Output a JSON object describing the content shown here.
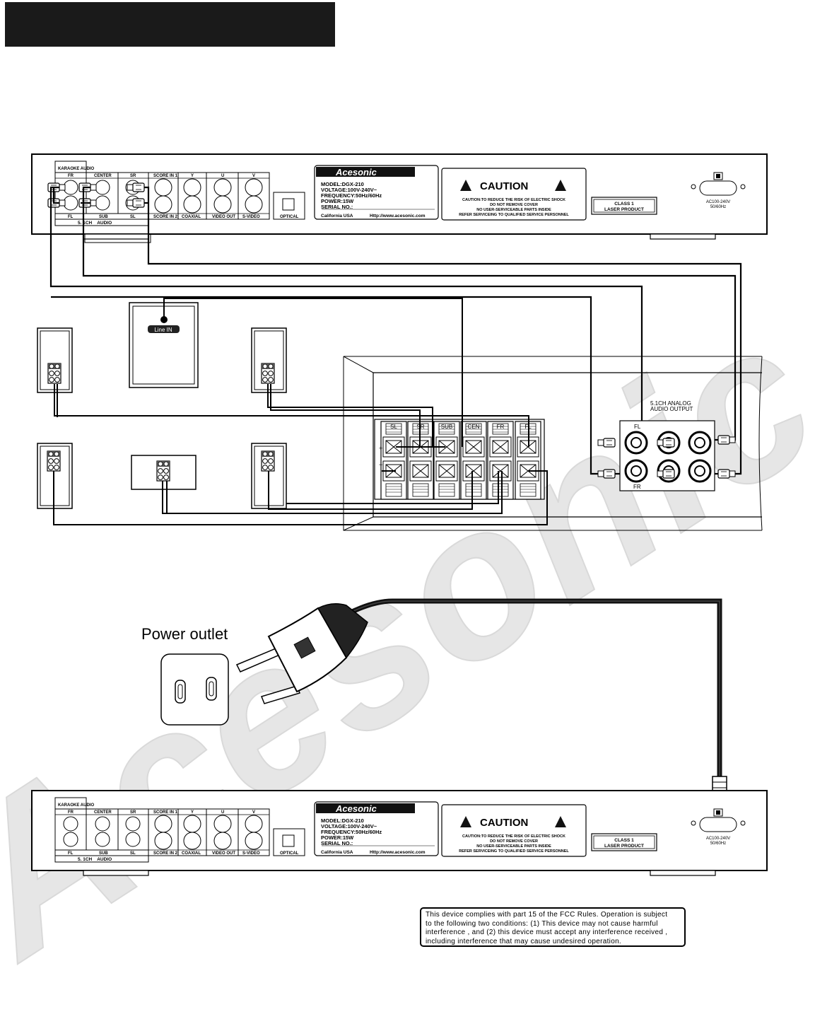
{
  "watermark": "Acesonic",
  "player_panel": {
    "karaoke_label": "KARAOKE AUDIO",
    "jack_labels_top": [
      "FR",
      "CENTER",
      "SR",
      "SCORE IN 1",
      "Y",
      "U",
      "V"
    ],
    "jack_labels_bottom": [
      "FL",
      "SUB",
      "SL",
      "SCORE IN 2",
      "COAXIAL",
      "VIDEO OUT",
      "S-VIDEO",
      "OPTICAL"
    ],
    "group_label": "5. 1CH    AUDIO",
    "brand": "Acesonic",
    "spec_lines": [
      "MODEL:DGX-210",
      "VOLTAGE:100V-240V~",
      "FREQUENCY:50Hz/60Hz",
      "POWER:15W",
      "SERIAL NO.:"
    ],
    "origin": "California USA",
    "website": "Http://www.acesonic.com",
    "caution_title": "CAUTION",
    "caution_lines": [
      "CAUTION:TO REDUCE THE RISK OF ELECTRIC SHOCK",
      "DO NOT REMOVE COVER",
      "NO USER-SERVICEABLE PARTS INSIDE",
      "REFER SERVICEING TO QUALIFIED SERVICE PERSONNEL"
    ],
    "laser_lines": [
      "CLASS 1",
      "LASER PRODUCT"
    ],
    "ac_lines": [
      "AC100-240V",
      "50/60Hz"
    ]
  },
  "subwoofer_input": "Line IN",
  "amplifier": {
    "terminals": [
      "SL",
      "SR",
      "SUB",
      "CEN",
      "FR",
      "FL"
    ],
    "output_title": "5.1CH ANALOG",
    "output_subtitle": "AUDIO OUTPUT",
    "out_fl": "FL",
    "out_fr": "FR"
  },
  "power_outlet_label": "Power outlet",
  "fcc_notice": [
    "This device complies with part 15 of the FCC Rules.  Operation is subject",
    "to the following two conditions: (1) This device may not cause harmful",
    "interference , and (2) this device must accept any interference received ,",
    "including interference that may cause undesired operation."
  ]
}
